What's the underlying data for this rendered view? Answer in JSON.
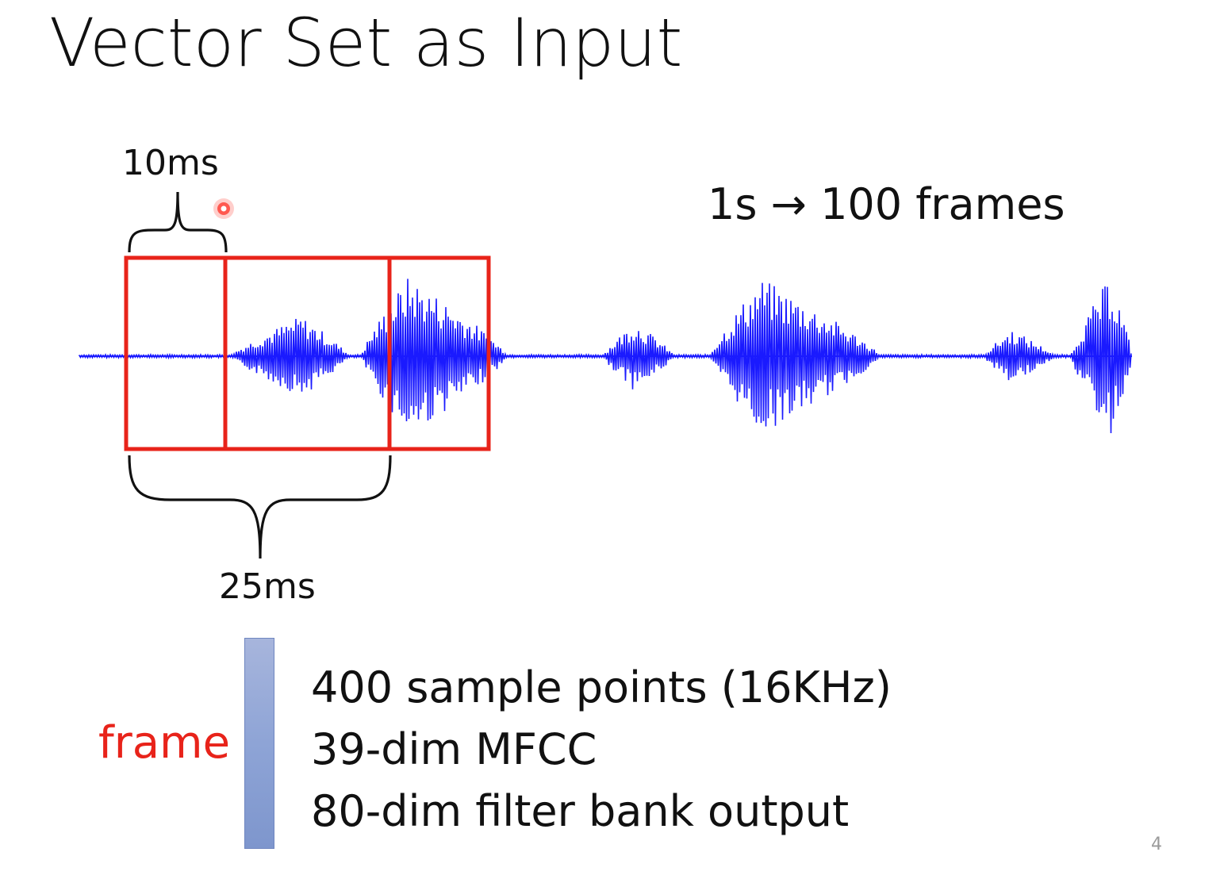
{
  "slide": {
    "title": "Vector Set as Input",
    "page_number": "4"
  },
  "annotations": {
    "window_shift": "10ms",
    "window_length": "25ms",
    "frame_rate": "1s → 100 frames"
  },
  "frame": {
    "label": "frame",
    "feature_lines": [
      "400 sample points (16KHz)",
      "39-dim MFCC",
      "80-dim filter bank output"
    ]
  },
  "colors": {
    "waveform": "#1a1aff",
    "frame_box": "#e8231a",
    "frame_label": "#e8231a",
    "frame_vector": "#8ea4d6",
    "pointer": "#ff3b30"
  },
  "icons": {
    "pointer": "laser-pointer-icon"
  }
}
